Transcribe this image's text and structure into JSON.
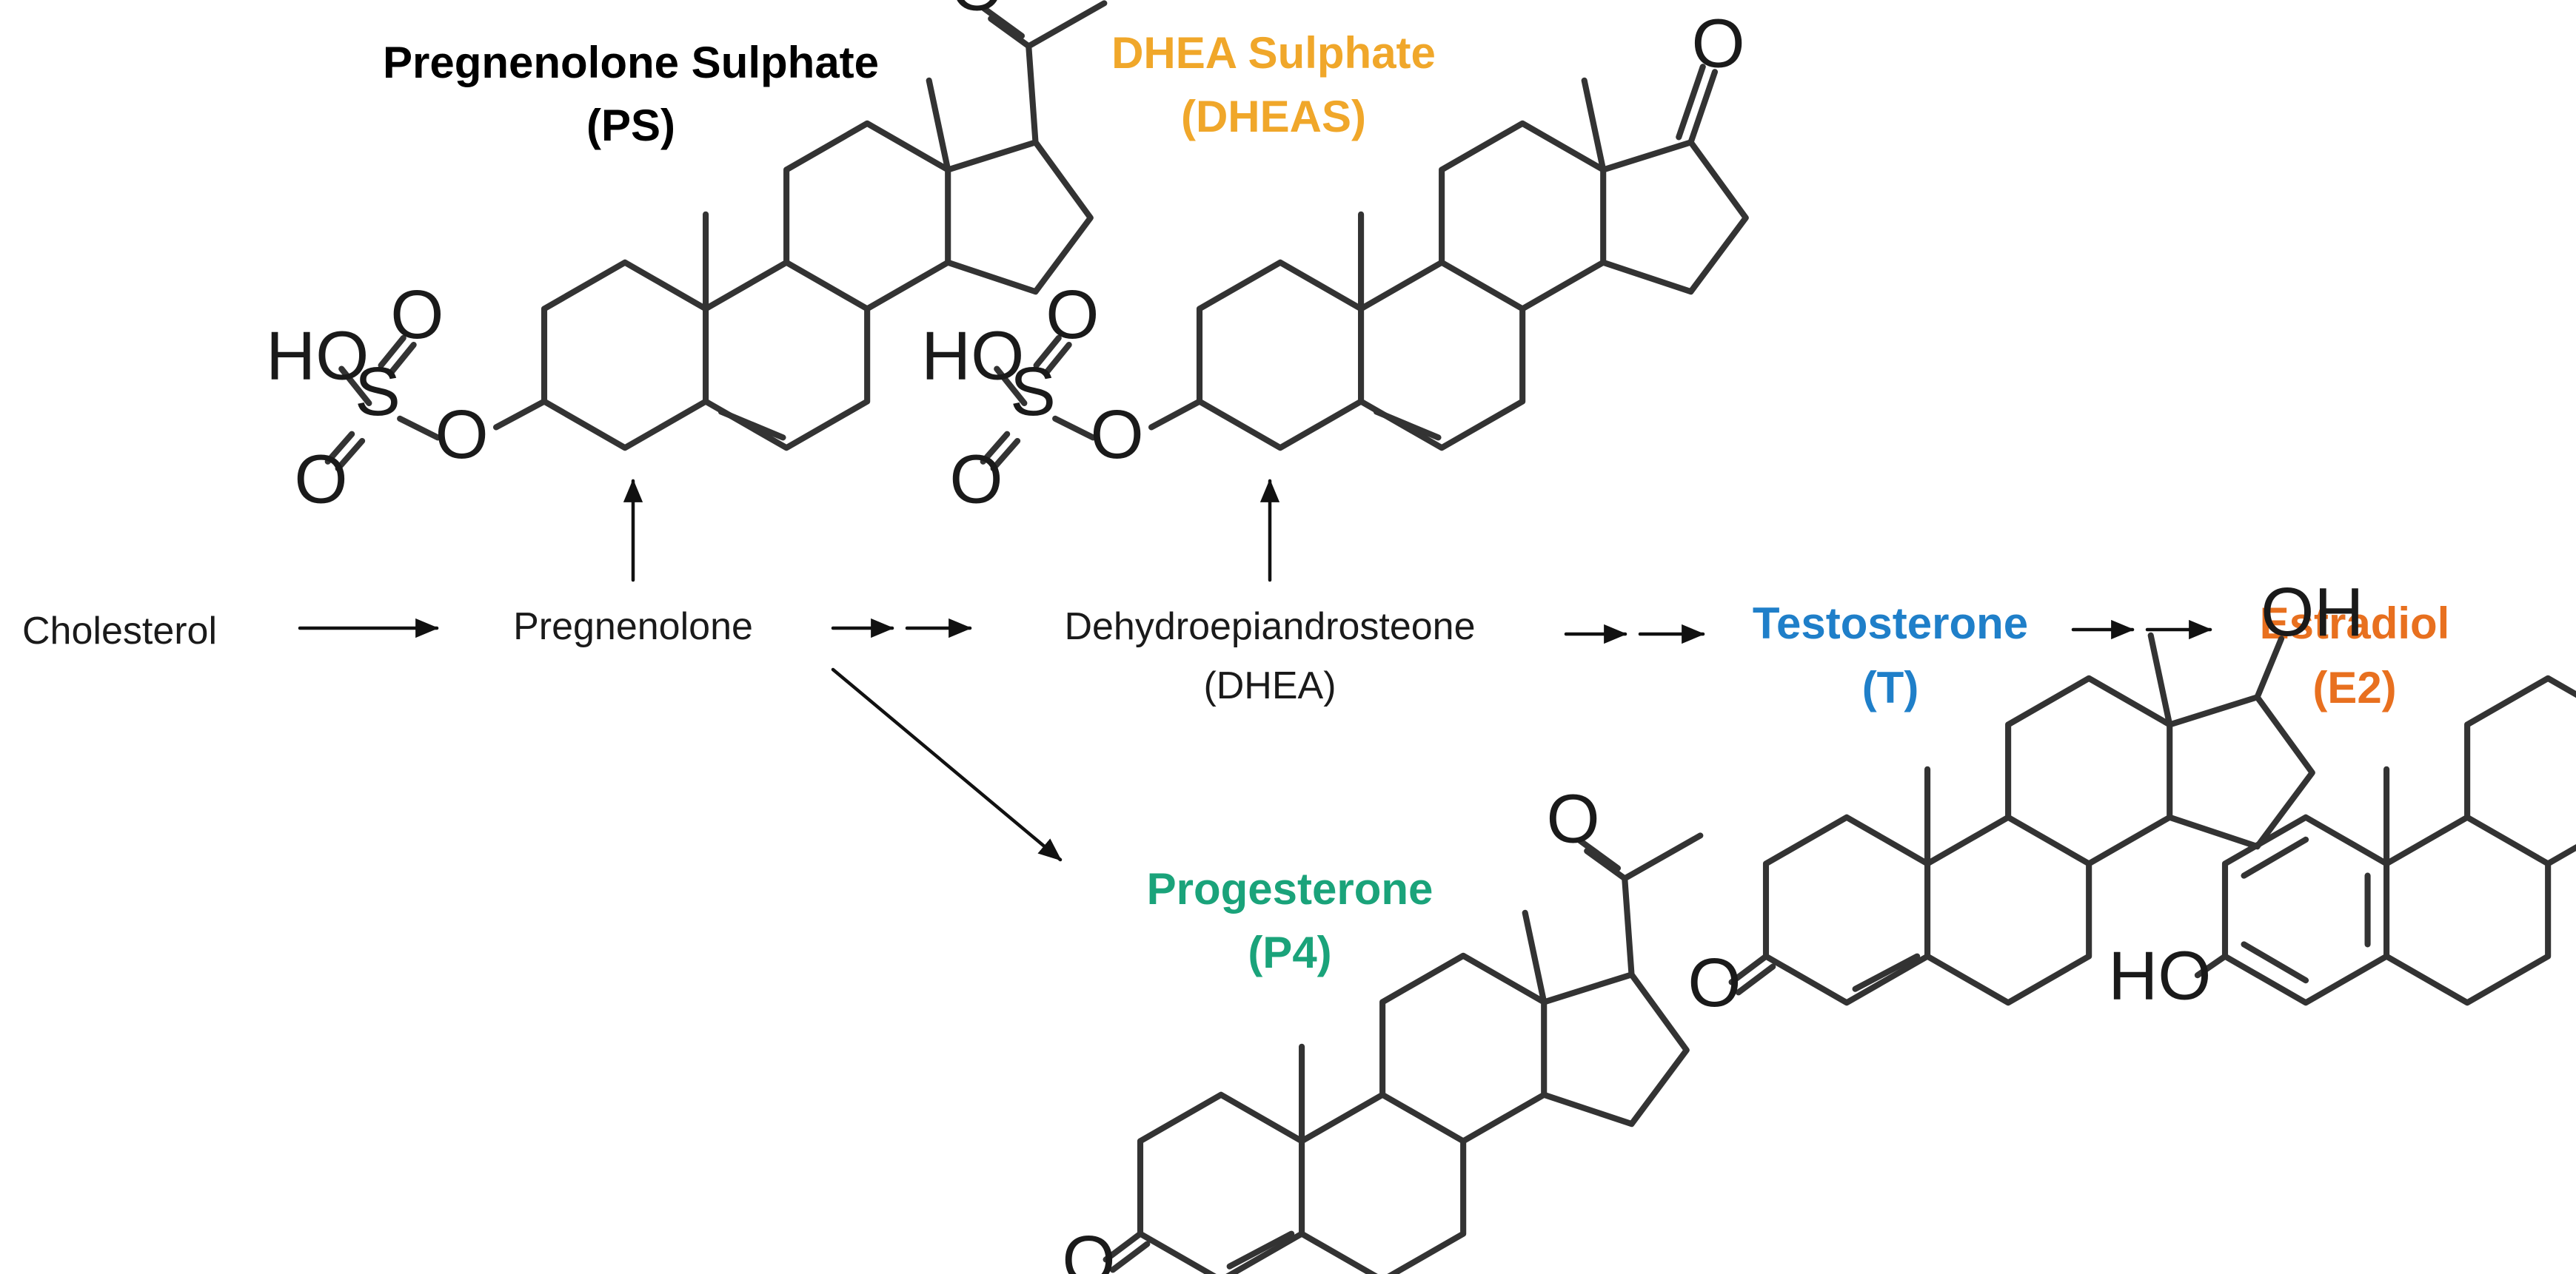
{
  "pathway": {
    "cholesterol": "Cholesterol",
    "pregnenolone": "Pregnenolone",
    "dhea_line1": "Dehydroepiandrosteone",
    "dhea_line2": "(DHEA)"
  },
  "products": {
    "ps": {
      "name": "Pregnenolone Sulphate",
      "abbr": "(PS)",
      "color": "#000000"
    },
    "dheas": {
      "name": "DHEA Sulphate",
      "abbr": "(DHEAS)",
      "color": "#f0a72a"
    },
    "p4": {
      "name": "Progesterone",
      "abbr": "(P4)",
      "color": "#1aa37a"
    },
    "t": {
      "name": "Testosterone",
      "abbr": "(T)",
      "color": "#1f7fc9"
    },
    "e2": {
      "name": "Estradiol",
      "abbr": "(E2)",
      "color": "#e8701f"
    }
  },
  "atoms": {
    "ho": "HO",
    "o": "O",
    "s": "S",
    "oh": "OH"
  }
}
